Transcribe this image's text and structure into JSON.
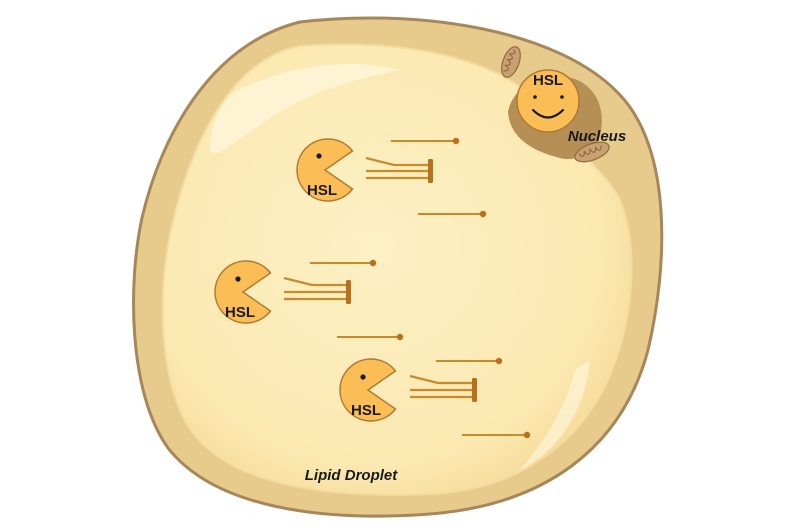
{
  "labels": {
    "enzyme": "HSL",
    "nucleus_enzyme": "HSL",
    "nucleus": "Nucleus",
    "droplet": "Lipid Droplet"
  },
  "colors": {
    "membrane": "#a8865a",
    "cytoplasm": "#e6cb8c",
    "droplet_fill": "#fcebb6",
    "droplet_edge": "#f4dca0",
    "enzyme_fill": "#fbbd55",
    "enzyme_stroke": "#b07a33",
    "lipid": "#c98b2a",
    "lipid_head": "#b8701c",
    "nucleus_shadow": "#b58f55",
    "mitochondria": "#c9a071"
  },
  "icons": {
    "enzyme": "pacman-enzyme-icon",
    "nucleus": "smiley-face-icon",
    "lipid": "fatty-acid-chain-icon",
    "triglyceride": "triglyceride-icon",
    "organelle": "mitochondria-icon"
  }
}
